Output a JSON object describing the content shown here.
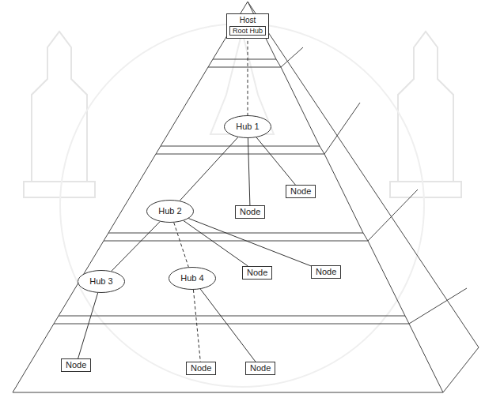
{
  "diagram": {
    "nodes": [
      {
        "text": [
          "Host"
        ]
      },
      {
        "text": [
          "Root Hub"
        ],
        "in": 0
      },
      {
        "text": [
          "Hub 1"
        ]
      },
      {
        "text": [
          "Node"
        ]
      },
      {
        "text": [
          "Hub 2"
        ]
      },
      {
        "text": [
          "Node"
        ]
      },
      {
        "text": [
          "Hub 3"
        ]
      },
      {
        "text": [
          "Hub 4"
        ]
      },
      {
        "text": [
          "Node"
        ]
      },
      {
        "text": [
          "Node"
        ]
      },
      {
        "text": [
          "Node"
        ]
      },
      {
        "text": [
          "Node"
        ]
      },
      {
        "text": [
          "Node"
        ]
      }
    ],
    "edges": [
      {
        "from": 1,
        "to": 2,
        "arrow": "none"
      },
      {
        "from": 2,
        "to": 3,
        "arrow": "none"
      },
      {
        "from": 2,
        "to": 5,
        "arrow": "none"
      },
      {
        "from": 2,
        "to": 4,
        "arrow": "none"
      },
      {
        "from": 4,
        "to": 6,
        "arrow": "none"
      },
      {
        "from": 4,
        "to": 7,
        "arrow": "none"
      },
      {
        "from": 4,
        "to": 8,
        "arrow": "none"
      },
      {
        "from": 4,
        "to": 9,
        "arrow": "none"
      },
      {
        "from": 6,
        "to": 10,
        "arrow": "none"
      },
      {
        "from": 7,
        "to": 11,
        "arrow": "none"
      },
      {
        "from": 7,
        "to": 12,
        "arrow": "none"
      }
    ]
  }
}
